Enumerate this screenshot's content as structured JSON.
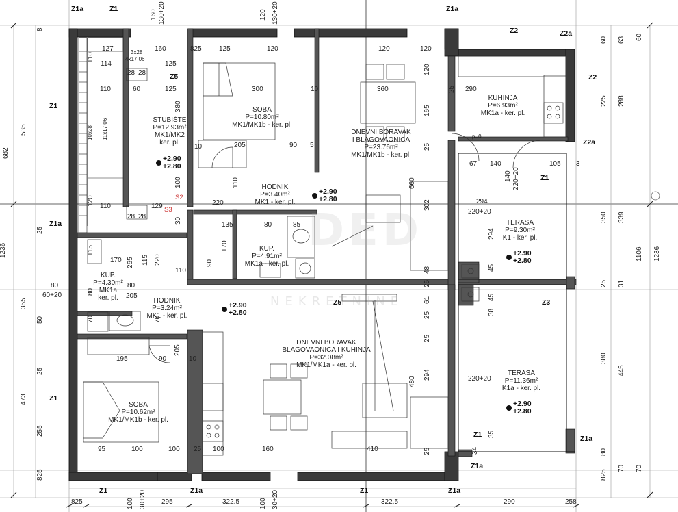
{
  "rooms": {
    "stubiste": {
      "name": "STUBIŠTE",
      "area": "P=12.93m²",
      "material": "MK1/MK2",
      "finish": "ker. pl."
    },
    "soba_top": {
      "name": "SOBA",
      "area": "P=10.80m²",
      "finish": "MK1/MK1b - ker. pl."
    },
    "dnevni_top": {
      "name": "DNEVNI BORAVAK",
      "name2": "I BLAGOVAONICA",
      "area": "P=23.76m²",
      "finish": "MK1/MK1b - ker. pl."
    },
    "kuhinja": {
      "name": "KUHINJA",
      "area": "P=6.93m²",
      "finish": "MK1a - ker. pl."
    },
    "hodnik_top": {
      "name": "HODNIK",
      "area": "P=3.40m²",
      "finish": "MK1 - ker. pl."
    },
    "kup_top": {
      "name": "KUP.",
      "area": "P=4.91m²",
      "finish": "MK1a - ker. pl."
    },
    "kup_left": {
      "name": "KUP.",
      "area": "P=4.30m²",
      "material": "MK1a",
      "finish": "ker. pl."
    },
    "hodnik_bottom": {
      "name": "HODNIK",
      "area": "P=3.24m²",
      "finish": "MK1 - ker. pl."
    },
    "dnevni_bottom": {
      "name": "DNEVNI BORAVAK",
      "name2": "BLAGOVAONICA I KUHINJA",
      "area": "P=32.08m²",
      "finish": "MK1/MK1a - ker. pl."
    },
    "soba_bottom": {
      "name": "SOBA",
      "area": "P=10.62m²",
      "finish": "MK1/MK1b - ker. pl."
    },
    "terasa_top": {
      "name": "TERASA",
      "area": "P=9.30m²",
      "finish": "K1 - ker. pl."
    },
    "terasa_bottom": {
      "name": "TERASA",
      "area": "P=11.36m²",
      "finish": "K1a - ker. pl."
    }
  },
  "levels": {
    "l1a": "+2.90",
    "l1b": "+2.80",
    "l2a": "+2.90",
    "l2b": "+2.80",
    "l3a": "+2.90",
    "l3b": "+2.80",
    "l4a": "+2.90",
    "l4b": "+2.80",
    "l5a": "+2.90",
    "l5b": "+2.80"
  },
  "wall_labels": {
    "z1a_top_left": "Z1a",
    "z1_top": "Z1",
    "z1a_top_mid": "Z1a",
    "z2_top": "Z2",
    "z2a_top": "Z2a",
    "z2_right": "Z2",
    "z2a_right": "Z2a",
    "z1_left1": "Z1",
    "z1a_left": "Z1a",
    "z1_left2": "Z1",
    "z5_top": "Z5",
    "z5_mid": "Z5",
    "z1_terasa": "Z1",
    "z3": "Z3",
    "z1_bottom_terrace": "Z1",
    "z1a_bottom_right": "Z1a",
    "z1a_bottom": "Z1a",
    "z1_b1": "Z1",
    "z1a_b2": "Z1a",
    "z1_b3": "Z1",
    "z1a_b4": "Z1a",
    "s2": "S2",
    "s3": "S3",
    "p0": "p=0"
  },
  "top_dims": [
    "160",
    "130+20",
    "120",
    "130+20"
  ],
  "bottom_dims": [
    "825",
    "100",
    "30+20",
    "295",
    "322.5",
    "100",
    "30+20",
    "322.5",
    "290",
    "258"
  ],
  "left_dims": [
    "8",
    "535",
    "682",
    "1236",
    "80",
    "60+20",
    "355",
    "473",
    "825"
  ],
  "right_dims": [
    "60",
    "63",
    "60",
    "225",
    "288",
    "350",
    "339",
    "1106",
    "1236",
    "25",
    "31",
    "380",
    "445",
    "80",
    "70",
    "70",
    "825"
  ],
  "inner_dims": [
    "127",
    "160",
    "825",
    "125",
    "120",
    "120",
    "120",
    "110",
    "114",
    "28",
    "28",
    "125",
    "110",
    "60",
    "125",
    "380",
    "300",
    "10",
    "360",
    "25",
    "290",
    "120",
    "165",
    "205",
    "90",
    "5",
    "25",
    "67",
    "140",
    "140",
    "105",
    "3",
    "220+20",
    "100",
    "220",
    "110",
    "660",
    "302",
    "294",
    "220+20",
    "120",
    "110",
    "129",
    "28",
    "28",
    "30",
    "135",
    "80",
    "85",
    "170",
    "90",
    "294",
    "115",
    "170",
    "265",
    "115",
    "220",
    "110",
    "80",
    "80",
    "205",
    "480",
    "294",
    "220+20",
    "195",
    "90",
    "205",
    "10",
    "95",
    "100",
    "100",
    "25",
    "100",
    "160",
    "410",
    "25",
    "34",
    "35",
    "45",
    "48",
    "25",
    "61",
    "25",
    "38",
    "45",
    "25",
    "25",
    "50",
    "25",
    "255",
    "10",
    "70",
    "70",
    "10x28",
    "11x17,06",
    "3x28",
    "4x17,06"
  ],
  "watermark": {
    "main": "DED",
    "sub": "NEKRETNINE"
  }
}
